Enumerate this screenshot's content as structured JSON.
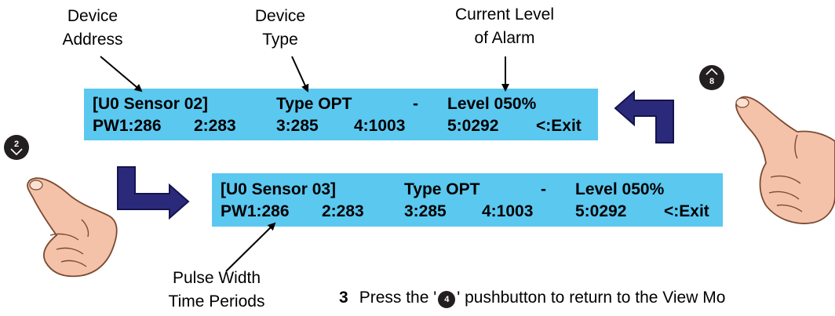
{
  "callouts": {
    "device_address": [
      "Device",
      "Address"
    ],
    "device_type": [
      "Device",
      "Type"
    ],
    "current_level": [
      "Current Level",
      "of Alarm"
    ],
    "pulse_width": [
      "Pulse Width",
      "Time Periods"
    ]
  },
  "display_1": {
    "row1": {
      "sensor": "[U0 Sensor 02]",
      "type": "Type OPT",
      "dash": "-",
      "level": "Level 050%"
    },
    "row2": {
      "pw1": "PW1:286",
      "pw2": "2:283",
      "pw3": "3:285",
      "pw4": "4:1003",
      "pw5": "5:0292",
      "exit": "<:Exit"
    }
  },
  "display_2": {
    "row1": {
      "sensor": "[U0 Sensor 03]",
      "type": "Type OPT",
      "dash": "-",
      "level": "Level 050%"
    },
    "row2": {
      "pw1": "PW1:286",
      "pw2": "2:283",
      "pw3": "3:285",
      "pw4": "4:1003",
      "pw5": "5:0292",
      "exit": "<:Exit"
    }
  },
  "keys": {
    "up_key": "8",
    "down_key": "2"
  },
  "footer": {
    "step": "3",
    "text_before": "Press the '",
    "key": "4",
    "text_after": "' pushbutton to return to the View Mo"
  },
  "colors": {
    "lcd_background": "#5bc8f0",
    "arrow_fill": "#2b2a7a",
    "key_fill": "#231f20",
    "hand_fill": "#f4c2a8"
  }
}
